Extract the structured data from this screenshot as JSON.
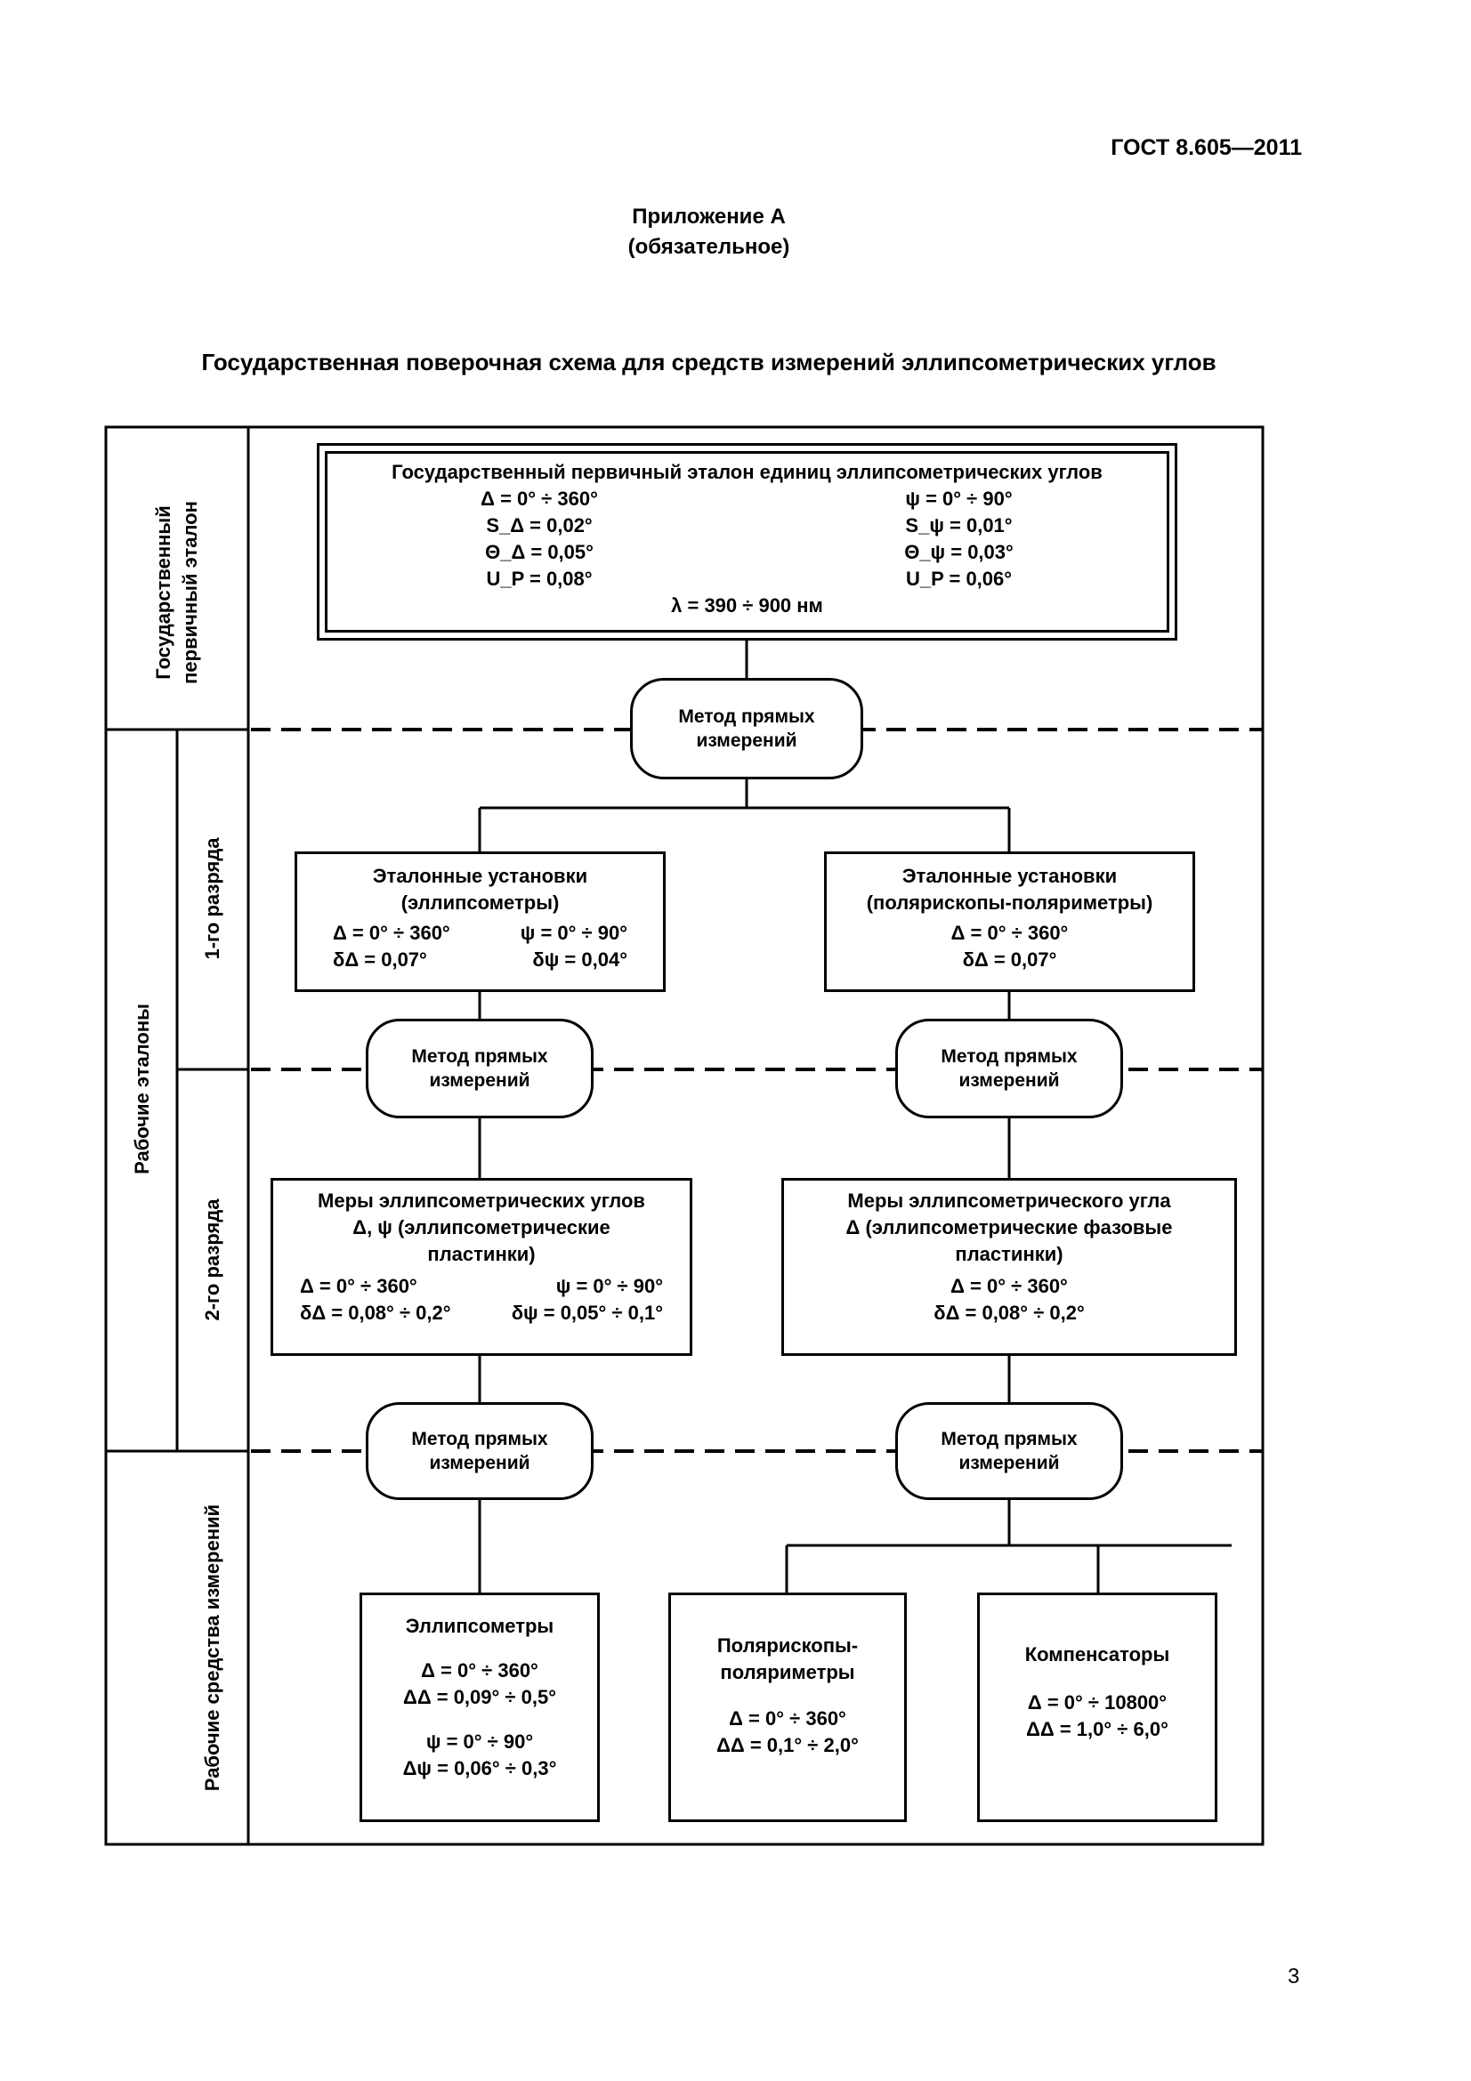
{
  "header": {
    "doc_id": "ГОСТ 8.605—2011"
  },
  "appendix": {
    "title": "Приложение А",
    "subtitle": "(обязательное)"
  },
  "schema_title": "Государственная поверочная схема для средств измерений эллипсометрических углов",
  "side_labels": {
    "primary": "Государственный первичный эталон",
    "working": "Рабочие эталоны",
    "rank1": "1-го разряда",
    "rank2": "2-го разряда",
    "instruments": "Рабочие средства измерений"
  },
  "primary_standard": {
    "title": "Государственный первичный эталон единиц эллипсометрических углов",
    "left": [
      "Δ = 0° ÷ 360°",
      "S_Δ = 0,02°",
      "Θ_Δ = 0,05°",
      "U_P = 0,08°"
    ],
    "right": [
      "ψ = 0° ÷ 90°",
      "S_ψ = 0,01°",
      "Θ_ψ = 0,03°",
      "U_P = 0,06°"
    ],
    "wavelength": "λ = 390 ÷ 900 нм"
  },
  "method_label": "Метод прямых измерений",
  "rank1": {
    "left": {
      "title": "Эталонные установки",
      "subtitle": "(эллипсометры)",
      "a1": "Δ = 0° ÷ 360°",
      "a2": "ψ = 0° ÷ 90°",
      "b1": "δΔ = 0,07°",
      "b2": "δψ = 0,04°"
    },
    "right": {
      "title": "Эталонные установки",
      "subtitle": "(поляриско­пы-поляриметры)",
      "a1": "Δ = 0° ÷ 360°",
      "b1": "δΔ = 0,07°"
    }
  },
  "rank2": {
    "left": {
      "l1": "Меры эллипсометрических углов",
      "l2": "Δ, ψ (эллипсометрические",
      "l3": "пластинки)",
      "a1": "Δ = 0° ÷ 360°",
      "a2": "ψ = 0° ÷ 90°",
      "b1": "δΔ = 0,08° ÷ 0,2°",
      "b2": "δψ = 0,05° ÷ 0,1°"
    },
    "right": {
      "l1": "Меры эллипсометрического угла",
      "l2": "Δ (эллипсометрические фазовые",
      "l3": "пластинки)",
      "a1": "Δ = 0° ÷ 360°",
      "b1": "δΔ = 0,08° ÷ 0,2°"
    }
  },
  "instruments": {
    "ellips": {
      "title": "Эллипсометры",
      "a1": "Δ = 0° ÷ 360°",
      "a2": "ΔΔ = 0,09° ÷ 0,5°",
      "a3": "ψ = 0° ÷ 90°",
      "a4": "Δψ = 0,06° ÷ 0,3°"
    },
    "polar": {
      "title1": "Поляриско­пы-",
      "title2": "поляриметры",
      "a1": "Δ = 0° ÷ 360°",
      "a2": "ΔΔ = 0,1° ÷ 2,0°"
    },
    "comp": {
      "title": "Компенсаторы",
      "a1": "Δ = 0° ÷ 10800°",
      "a2": "ΔΔ = 1,0° ÷ 6,0°"
    }
  },
  "page_number": "3"
}
